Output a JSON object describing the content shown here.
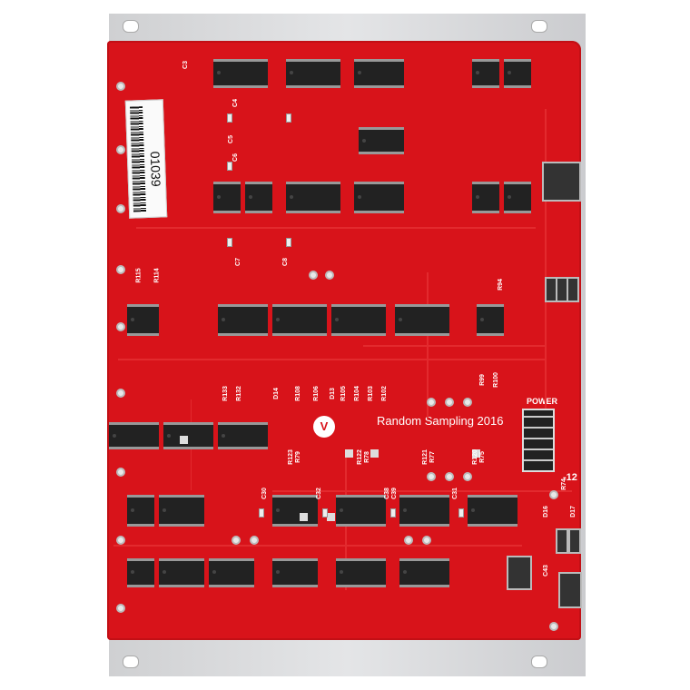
{
  "board": {
    "title": "Random Sampling 2016",
    "power_label": "POWER",
    "voltage_label": "-12",
    "logo_text": "V",
    "sticker_number": "01039",
    "silkscreen_labels": [
      "R122",
      "R78",
      "R121",
      "R77",
      "R120",
      "R75",
      "R123",
      "R79",
      "R115",
      "R114",
      "R133",
      "R132",
      "R108",
      "R106",
      "R105",
      "R104",
      "R103",
      "R102",
      "D14",
      "D13",
      "C30",
      "C32",
      "C38",
      "C31",
      "C39",
      "C43",
      "C4",
      "C3",
      "C5",
      "C7",
      "C8",
      "C6",
      "D16",
      "D17",
      "R74",
      "R99",
      "R100",
      "R94"
    ],
    "colors": {
      "pcb": "#d8131a",
      "panel": "#d8d9db",
      "silkscreen": "#ffffff"
    }
  }
}
